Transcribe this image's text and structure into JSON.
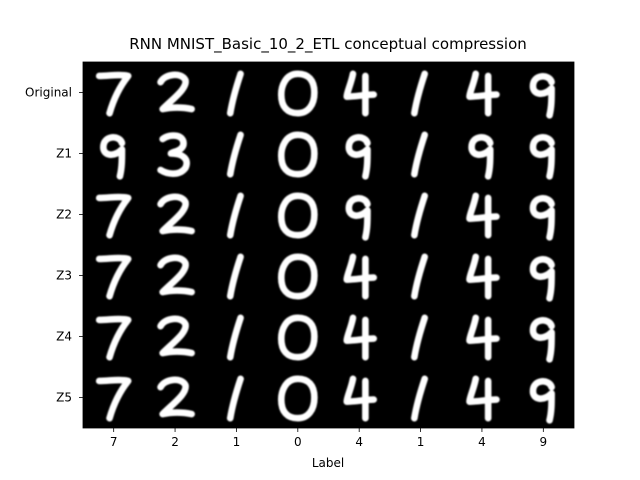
{
  "chart_data": {
    "type": "image_grid",
    "title": "RNN MNIST_Basic_10_2_ETL conceptual compression",
    "xlabel": "Label",
    "ylabel": "",
    "x_tick_labels": [
      "7",
      "2",
      "1",
      "0",
      "4",
      "1",
      "4",
      "9"
    ],
    "y_tick_labels": [
      "Original",
      "Z1",
      "Z2",
      "Z3",
      "Z4",
      "Z5"
    ],
    "grid": false,
    "colormap": "gray",
    "background_color": "#000000",
    "cells": [
      [
        "7",
        "2",
        "1",
        "0",
        "4",
        "1",
        "4",
        "9"
      ],
      [
        "9",
        "3",
        "1",
        "0",
        "9",
        "1",
        "9",
        "9"
      ],
      [
        "7",
        "2",
        "1",
        "0",
        "9",
        "1",
        "4",
        "9"
      ],
      [
        "7",
        "2",
        "1",
        "0",
        "4",
        "1",
        "4",
        "9"
      ],
      [
        "7",
        "2",
        "1",
        "0",
        "4",
        "1",
        "4",
        "9"
      ],
      [
        "7",
        "2",
        "1",
        "0",
        "4",
        "1",
        "4",
        "9"
      ]
    ]
  }
}
